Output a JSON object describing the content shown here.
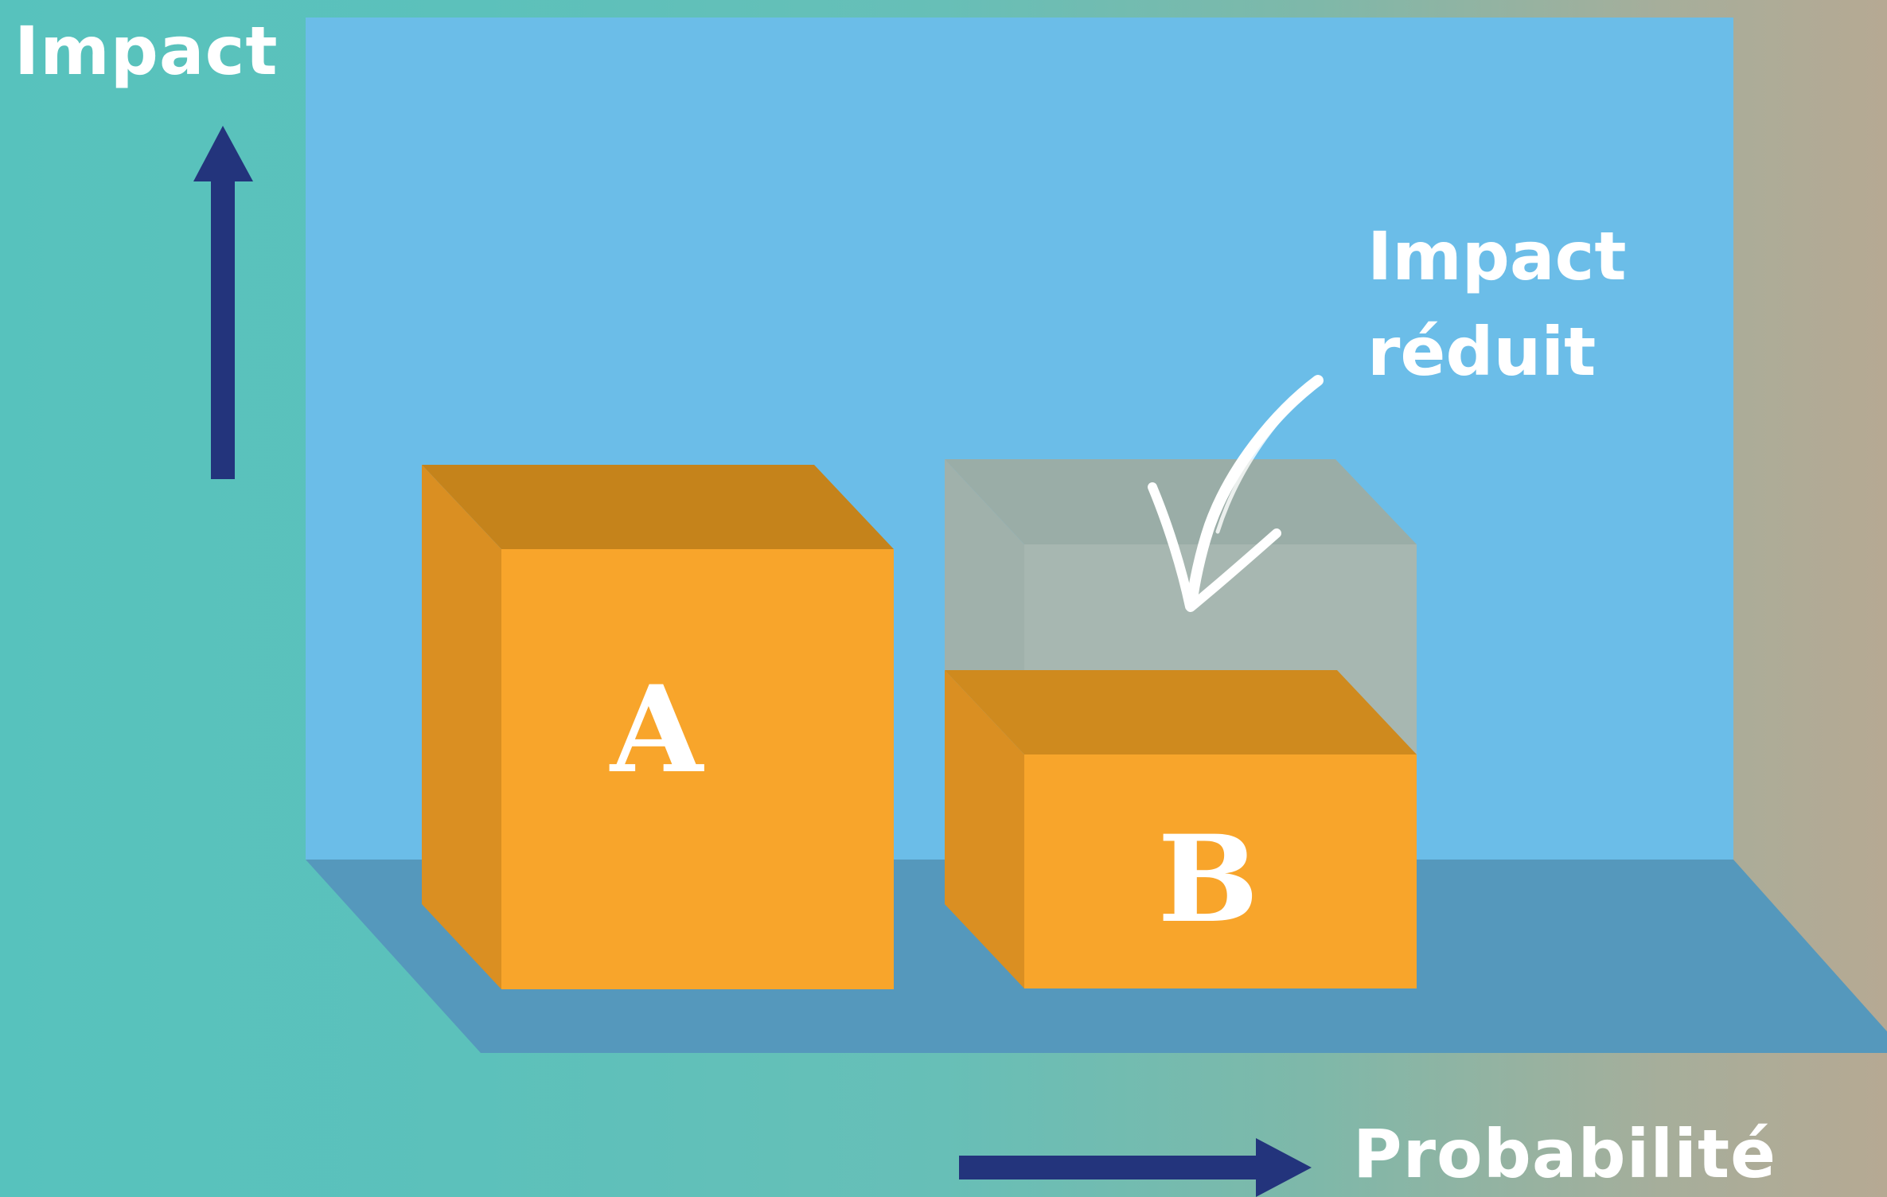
{
  "labels": {
    "y_axis": "Impact",
    "x_axis": "Probabilité",
    "annotation_line1": "Impact",
    "annotation_line2": "réduit",
    "box_a": "A",
    "box_b": "B"
  },
  "colors": {
    "back_wall": "#6bbde8",
    "floor": "#5598bc",
    "box_front": "#f8a52b",
    "box_top": "#c5831b",
    "box_side": "#da8f22",
    "ghost_box": "#a4b3ad",
    "arrow": "#23347c",
    "text": "#ffffff"
  },
  "icons": {
    "up_arrow": "arrow-up-icon",
    "right_arrow": "arrow-right-icon",
    "annotation_arrow": "curved-arrow-down-icon"
  }
}
